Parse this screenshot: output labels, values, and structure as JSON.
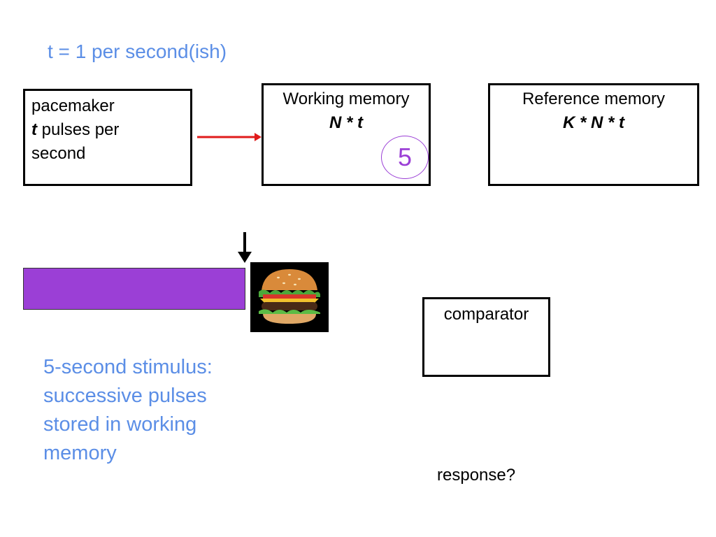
{
  "title": "t = 1 per second(ish)",
  "pacemaker": {
    "line1": "pacemaker",
    "symbol": "t",
    "line2_rest": " pulses per",
    "line3": "second"
  },
  "working_memory": {
    "label": "Working memory",
    "formula": "N * t",
    "counter": "5"
  },
  "reference_memory": {
    "label": "Reference memory",
    "formula": "K * N * t"
  },
  "comparator": {
    "label": "comparator"
  },
  "caption": "5-second stimulus: successive pulses stored in working memory",
  "response": "response?",
  "colors": {
    "caption_blue": "#5b8ee6",
    "stimulus_purple": "#9b3fd6",
    "arrow_red": "#e01b1b"
  }
}
